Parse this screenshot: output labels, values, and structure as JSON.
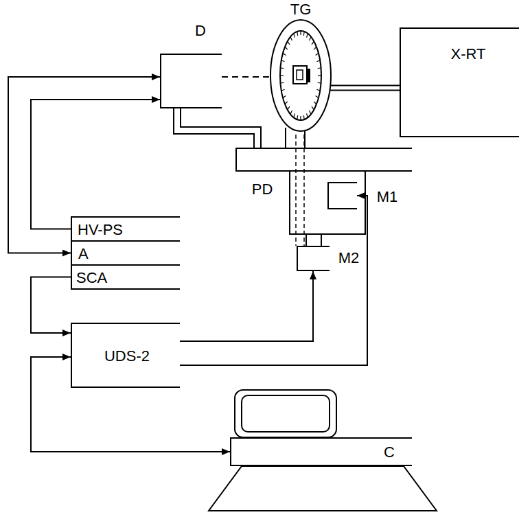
{
  "diagram": {
    "nodes": [
      {
        "text": [
          "D"
        ]
      },
      {
        "text": [
          "TG"
        ]
      },
      {
        "text": [
          "X-RT"
        ]
      },
      {
        "text": [
          "PD"
        ]
      },
      {
        "text": [
          "M1"
        ]
      },
      {
        "text": [
          "HV-PS"
        ]
      },
      {
        "text": [
          "A"
        ]
      },
      {
        "text": [
          "SCA"
        ]
      },
      {
        "text": [
          "M2"
        ]
      },
      {
        "text": [
          "UDS-2"
        ]
      },
      {
        "text": [
          "C"
        ]
      }
    ],
    "edges": [
      {
        "from": 0,
        "to": 1,
        "arrow": "none"
      },
      {
        "from": 1,
        "to": 2,
        "arrow": "none"
      },
      {
        "from": 0,
        "to": 3,
        "arrow": "none"
      },
      {
        "from": 1,
        "to": 3,
        "arrow": "none"
      },
      {
        "from": 5,
        "to": 0,
        "arrow": "to"
      },
      {
        "from": 0,
        "to": 6,
        "arrow": "both"
      },
      {
        "from": 7,
        "to": 9,
        "arrow": "to"
      },
      {
        "from": 9,
        "to": 8,
        "arrow": "to"
      },
      {
        "from": 9,
        "to": 4,
        "arrow": "to"
      },
      {
        "from": 9,
        "to": 10,
        "arrow": "both"
      }
    ]
  }
}
